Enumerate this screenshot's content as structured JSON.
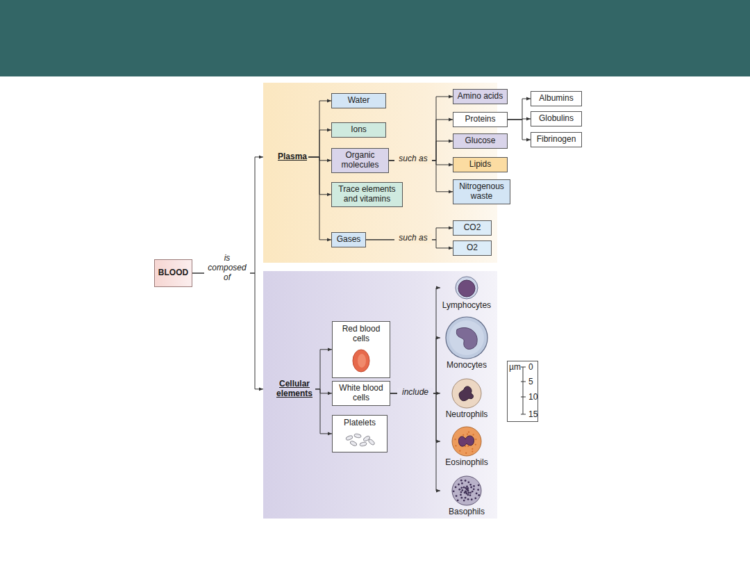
{
  "diagram": {
    "nodes": [
      {
        "text": [
          "BLOOD"
        ]
      },
      {
        "text": [
          "Plasma"
        ]
      },
      {
        "text": [
          "Water"
        ],
        "in": 1
      },
      {
        "text": [
          "Ions"
        ],
        "in": 1
      },
      {
        "text": [
          "Organic molecules"
        ],
        "in": 1
      },
      {
        "text": [
          "Trace elements and vitamins"
        ],
        "in": 1
      },
      {
        "text": [
          "Gases"
        ],
        "in": 1
      },
      {
        "text": [
          "Amino acids"
        ],
        "in": 1
      },
      {
        "text": [
          "Proteins"
        ],
        "in": 1
      },
      {
        "text": [
          "Glucose"
        ],
        "in": 1
      },
      {
        "text": [
          "Lipids"
        ],
        "in": 1
      },
      {
        "text": [
          "Nitrogenous waste"
        ],
        "in": 1
      },
      {
        "text": [
          "CO2"
        ],
        "in": 1
      },
      {
        "text": [
          "O2"
        ],
        "in": 1
      },
      {
        "text": [
          "Albumins"
        ]
      },
      {
        "text": [
          "Globulins"
        ]
      },
      {
        "text": [
          "Fibrinogen"
        ]
      },
      {
        "text": [
          "Cellular elements"
        ]
      },
      {
        "text": [
          "Red blood cells"
        ],
        "in": 17
      },
      {
        "text": [
          "White blood cells"
        ],
        "in": 17
      },
      {
        "text": [
          "Platelets"
        ],
        "in": 17
      },
      {
        "text": [
          "Lymphocytes"
        ],
        "in": 17
      },
      {
        "text": [
          "Monocytes"
        ],
        "in": 17
      },
      {
        "text": [
          "Neutrophils"
        ],
        "in": 17
      },
      {
        "text": [
          "Eosinophils"
        ],
        "in": 17
      },
      {
        "text": [
          "Basophils"
        ],
        "in": 17
      },
      {
        "text": [
          "µm",
          "0",
          "5",
          "10",
          "15"
        ]
      }
    ],
    "edges": [
      {
        "from": 0,
        "to": 1,
        "arrow": "to"
      },
      {
        "from": 0,
        "to": 17,
        "arrow": "to"
      },
      {
        "from": 1,
        "to": 2,
        "arrow": "to"
      },
      {
        "from": 1,
        "to": 3,
        "arrow": "to"
      },
      {
        "from": 1,
        "to": 4,
        "arrow": "to"
      },
      {
        "from": 1,
        "to": 5,
        "arrow": "to"
      },
      {
        "from": 1,
        "to": 6,
        "arrow": "to"
      },
      {
        "from": 4,
        "to": 7,
        "arrow": "to"
      },
      {
        "from": 4,
        "to": 8,
        "arrow": "to"
      },
      {
        "from": 4,
        "to": 9,
        "arrow": "to"
      },
      {
        "from": 4,
        "to": 10,
        "arrow": "to"
      },
      {
        "from": 4,
        "to": 11,
        "arrow": "to"
      },
      {
        "from": 8,
        "to": 14,
        "arrow": "to"
      },
      {
        "from": 8,
        "to": 15,
        "arrow": "to"
      },
      {
        "from": 8,
        "to": 16,
        "arrow": "to"
      },
      {
        "from": 6,
        "to": 12,
        "arrow": "to"
      },
      {
        "from": 6,
        "to": 13,
        "arrow": "to"
      },
      {
        "from": 17,
        "to": 18,
        "arrow": "to"
      },
      {
        "from": 17,
        "to": 19,
        "arrow": "to"
      },
      {
        "from": 17,
        "to": 20,
        "arrow": "to"
      },
      {
        "from": 19,
        "to": 21,
        "arrow": "to"
      },
      {
        "from": 19,
        "to": 22,
        "arrow": "to"
      },
      {
        "from": 19,
        "to": 23,
        "arrow": "to"
      },
      {
        "from": 19,
        "to": 24,
        "arrow": "to"
      },
      {
        "from": 19,
        "to": 25,
        "arrow": "to"
      }
    ],
    "labels": [
      "is composed of",
      "such as",
      "such as",
      "include"
    ]
  }
}
